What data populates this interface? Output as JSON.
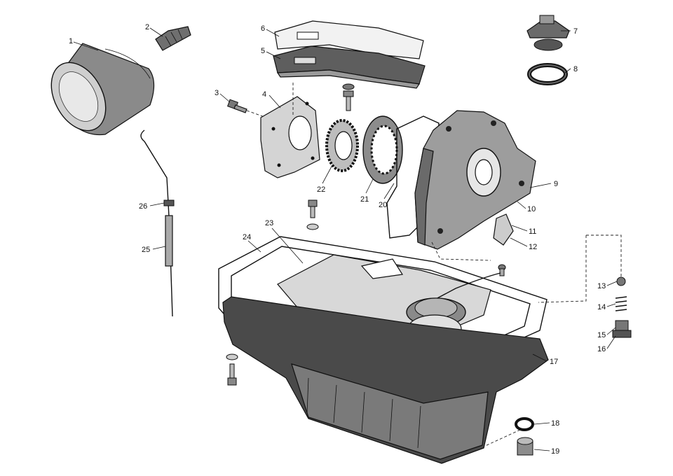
{
  "diagram": {
    "parts": [
      {
        "id": "part-oil-filter",
        "label": "1"
      },
      {
        "id": "part-filter-union",
        "label": "2"
      },
      {
        "id": "part-screw",
        "label": "3"
      },
      {
        "id": "part-front-cover-plate",
        "label": "4"
      },
      {
        "id": "part-cover-gasket-lower",
        "label": "5"
      },
      {
        "id": "part-cover-plate-upper",
        "label": "6"
      },
      {
        "id": "part-filler-cap",
        "label": "7"
      },
      {
        "id": "part-cap-seal",
        "label": "8"
      },
      {
        "id": "part-oil-pump-body",
        "label": "9"
      },
      {
        "id": "part-pump-seal",
        "label": "10"
      },
      {
        "id": "part-pickup-bolt",
        "label": "11"
      },
      {
        "id": "part-pickup-gasket",
        "label": "12"
      },
      {
        "id": "part-relief-ball",
        "label": "13"
      },
      {
        "id": "part-relief-spring",
        "label": "14"
      },
      {
        "id": "part-relief-plug",
        "label": "15"
      },
      {
        "id": "part-plug-washer",
        "label": "16"
      },
      {
        "id": "part-oil-pan",
        "label": "17"
      },
      {
        "id": "part-drain-washer",
        "label": "18"
      },
      {
        "id": "part-drain-plug",
        "label": "19"
      },
      {
        "id": "part-pump-gasket",
        "label": "20"
      },
      {
        "id": "part-outer-gear",
        "label": "21"
      },
      {
        "id": "part-sprocket",
        "label": "22"
      },
      {
        "id": "part-baffle-plate",
        "label": "23"
      },
      {
        "id": "part-pan-gasket",
        "label": "24"
      },
      {
        "id": "part-dipstick-tube",
        "label": "25"
      },
      {
        "id": "part-dipstick-seal",
        "label": "26"
      }
    ]
  }
}
